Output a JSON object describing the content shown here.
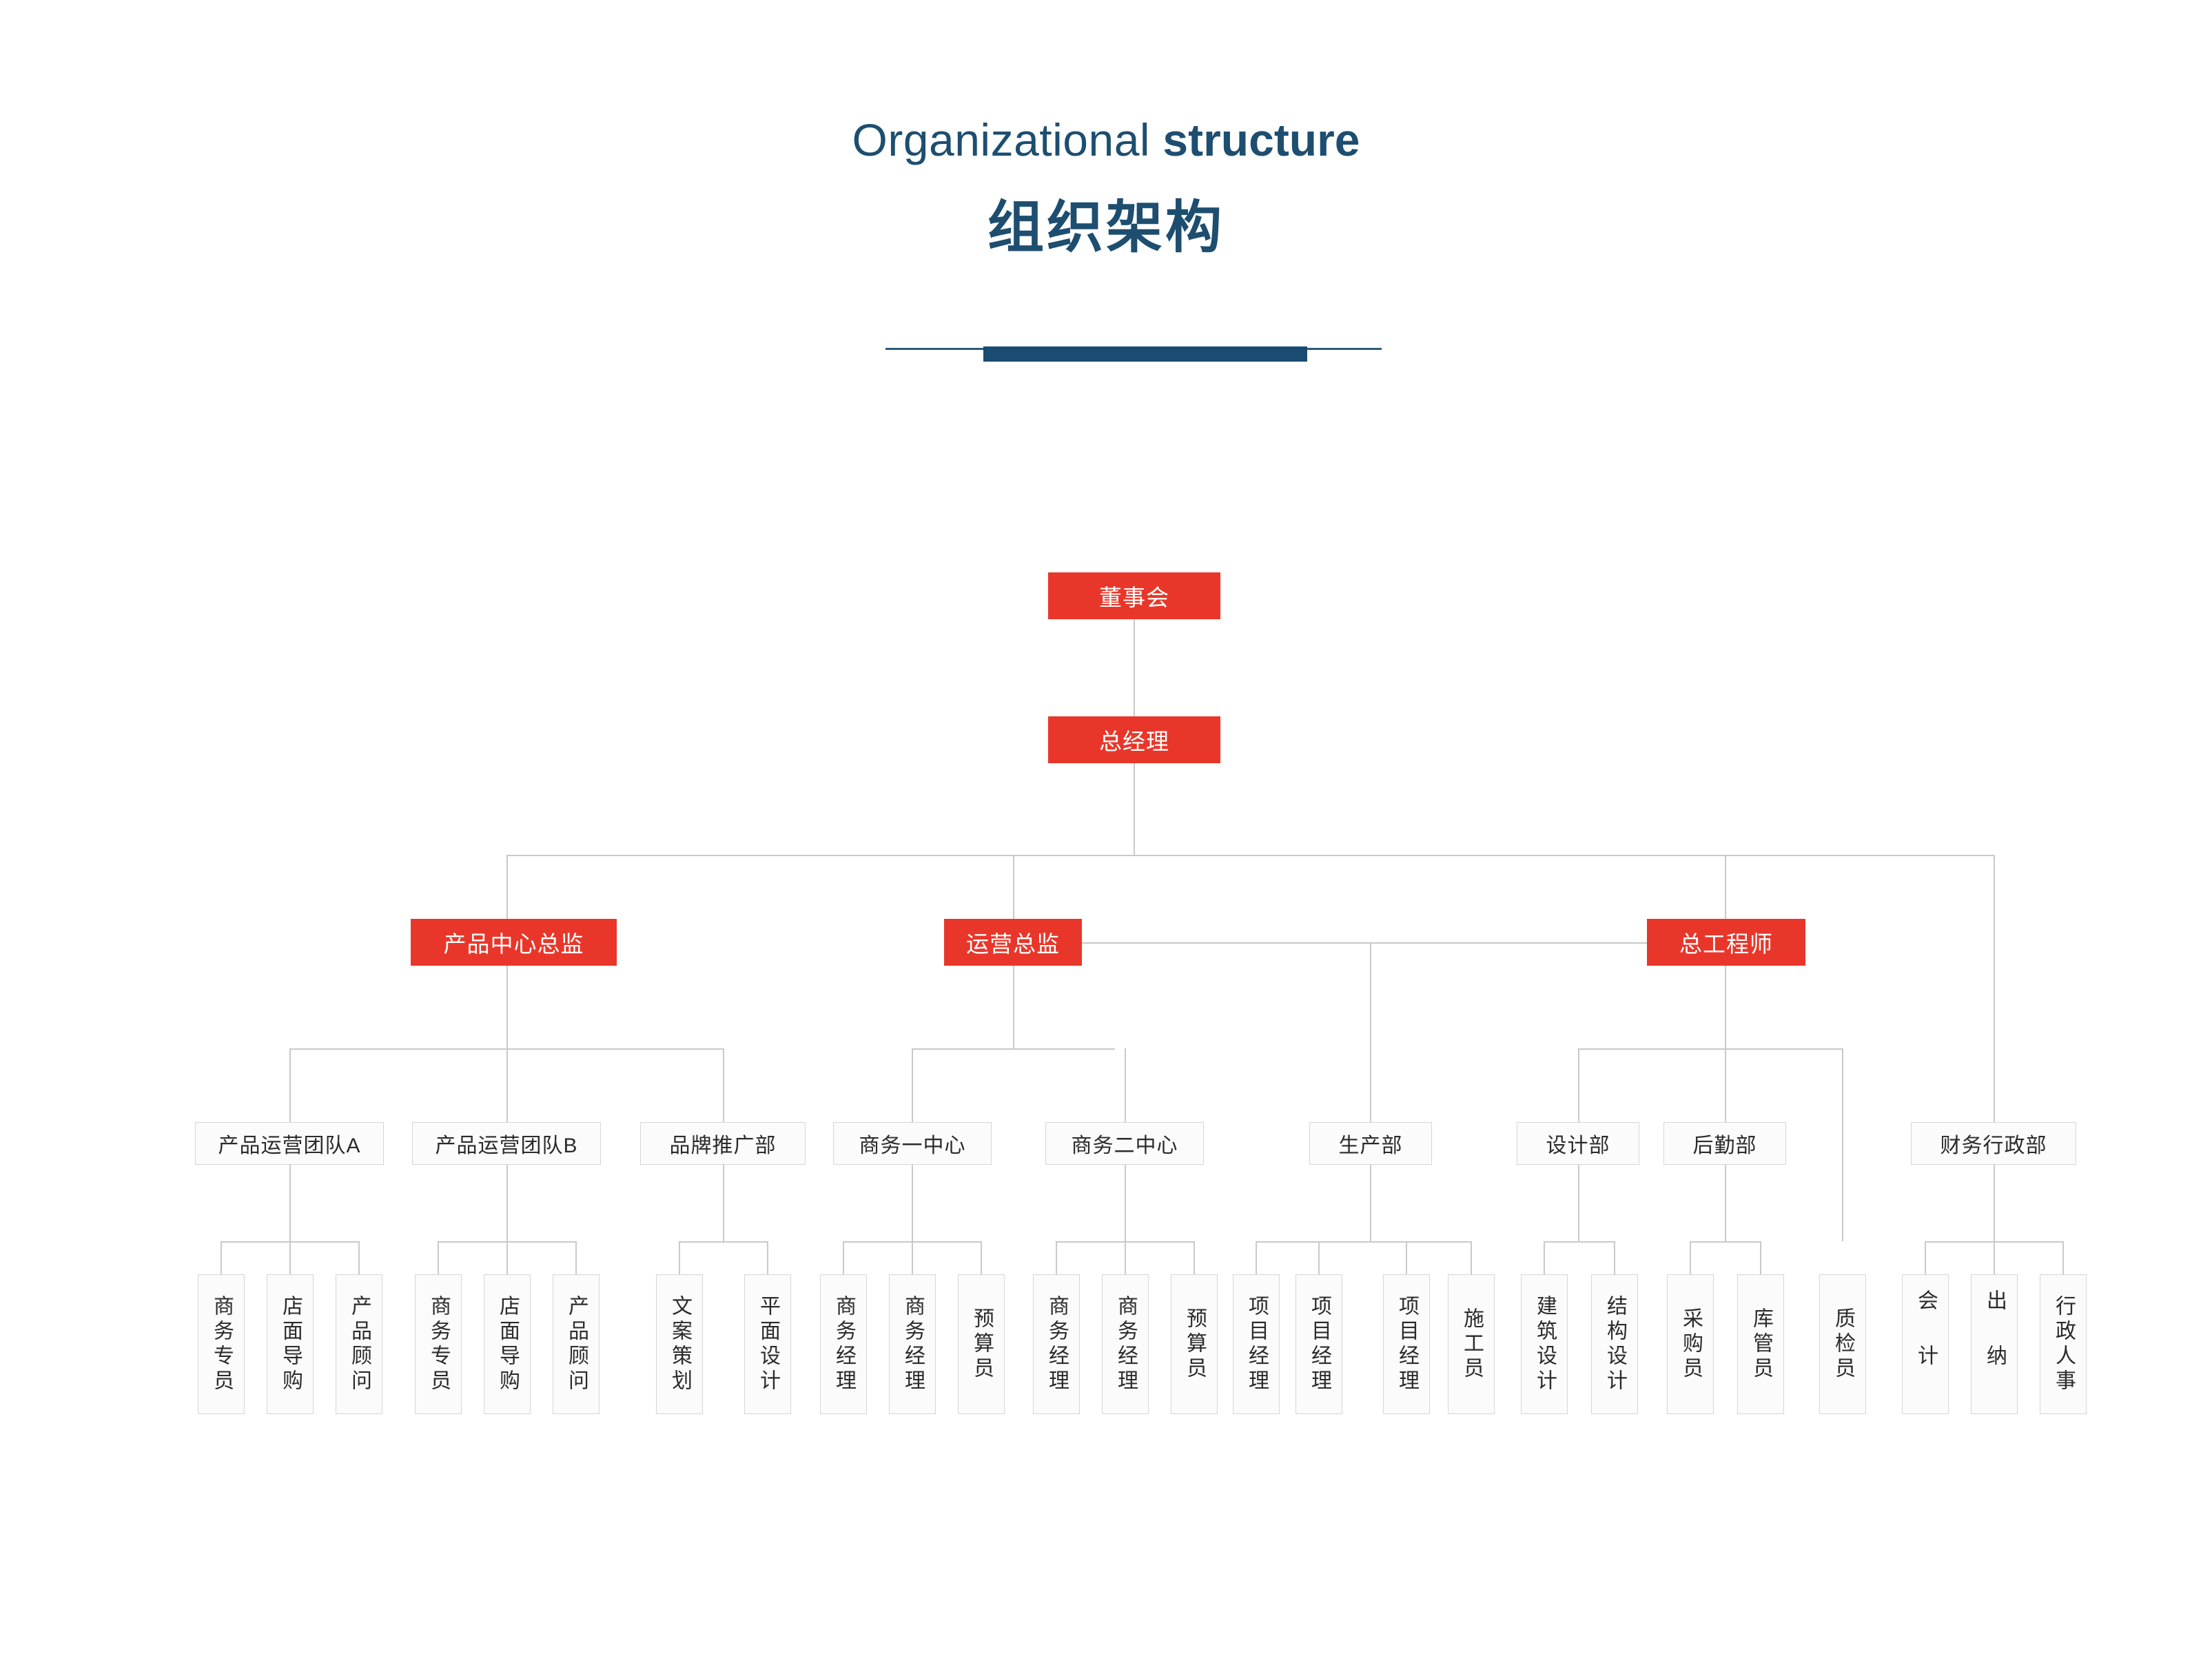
{
  "header": {
    "title_en_thin": "Organizational",
    "title_en_bold": "structure",
    "title_cn": "组织架构",
    "accent_color": "#1d4e70",
    "node_color": "#e8372a"
  },
  "chart_data": {
    "type": "diagram",
    "title": "组织架构",
    "levels": 5,
    "nodes": {
      "board": "董事会",
      "gm": "总经理",
      "directors": [
        "产品中心总监",
        "运营总监",
        "总工程师"
      ],
      "departments": [
        "产品运营团队A",
        "产品运营团队B",
        "品牌推广部",
        "商务一中心",
        "商务二中心",
        "生产部",
        "设计部",
        "后勤部",
        "财务行政部"
      ],
      "leaves": [
        "商务专员",
        "店面导购",
        "产品顾问",
        "商务专员",
        "店面导购",
        "产品顾问",
        "文案策划",
        "平面设计",
        "商务经理",
        "商务经理",
        "预算员",
        "商务经理",
        "商务经理",
        "预算员",
        "项目经理",
        "项目经理",
        "项目经理",
        "施工员",
        "建筑设计",
        "结构设计",
        "采购员",
        "库管员",
        "质检员",
        "会计",
        "出纳",
        "行政人事"
      ]
    }
  },
  "tree": {
    "board": {
      "label": "董事会"
    },
    "gm": {
      "label": "总经理"
    },
    "d1": {
      "label": "产品中心总监"
    },
    "d2": {
      "label": "运营总监"
    },
    "d3": {
      "label": "总工程师"
    },
    "dept1": {
      "label": "产品运营团队A"
    },
    "dept2": {
      "label": "产品运营团队B"
    },
    "dept3": {
      "label": "品牌推广部"
    },
    "dept4": {
      "label": "商务一中心"
    },
    "dept5": {
      "label": "商务二中心"
    },
    "dept6": {
      "label": "生产部"
    },
    "dept7": {
      "label": "设计部"
    },
    "dept8": {
      "label": "后勤部"
    },
    "dept9": {
      "label": "财务行政部"
    },
    "l01": {
      "label": "商务专员"
    },
    "l02": {
      "label": "店面导购"
    },
    "l03": {
      "label": "产品顾问"
    },
    "l04": {
      "label": "商务专员"
    },
    "l05": {
      "label": "店面导购"
    },
    "l06": {
      "label": "产品顾问"
    },
    "l07": {
      "label": "文案策划"
    },
    "l08": {
      "label": "平面设计"
    },
    "l09": {
      "label": "商务经理"
    },
    "l10": {
      "label": "商务经理"
    },
    "l11": {
      "label": "预算员"
    },
    "l12": {
      "label": "商务经理"
    },
    "l13": {
      "label": "商务经理"
    },
    "l14": {
      "label": "预算员"
    },
    "l15": {
      "label": "项目经理"
    },
    "l16": {
      "label": "项目经理"
    },
    "l17": {
      "label": "项目经理"
    },
    "l18": {
      "label": "施工员"
    },
    "l19": {
      "label": "建筑设计"
    },
    "l20": {
      "label": "结构设计"
    },
    "l21": {
      "label": "采购员"
    },
    "l22": {
      "label": "库管员"
    },
    "l23": {
      "label": "质检员"
    },
    "l24": {
      "label": "会计"
    },
    "l25": {
      "label": "出纳"
    },
    "l26": {
      "label": "行政人事"
    }
  }
}
